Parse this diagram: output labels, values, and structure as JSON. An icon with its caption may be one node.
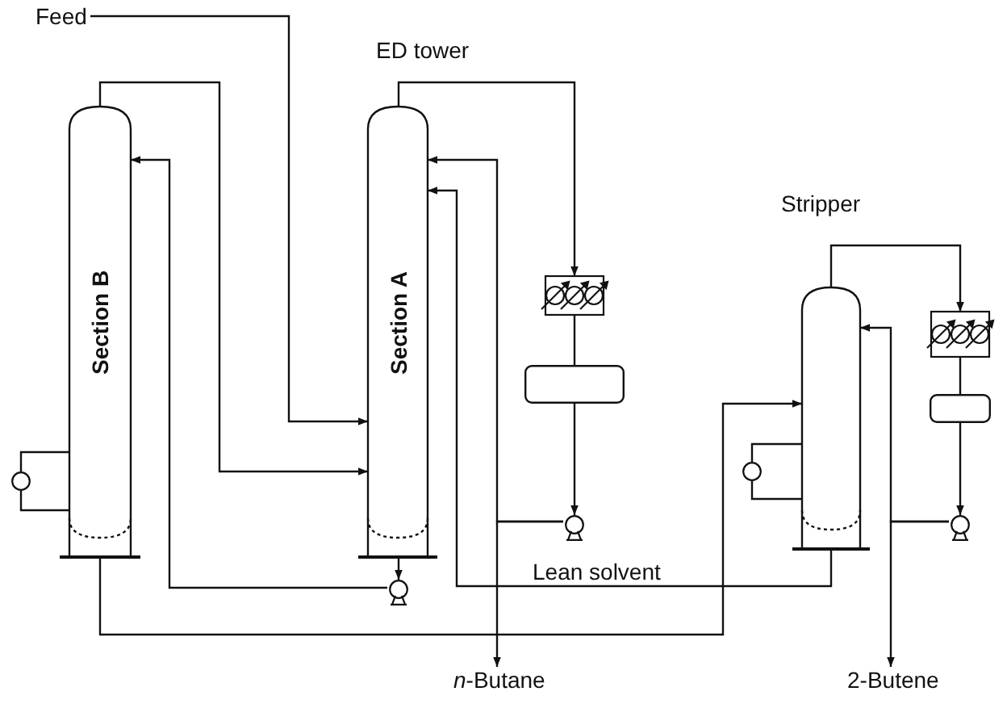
{
  "diagram": {
    "nodes": [
      {
        "text": [
          "Feed"
        ]
      },
      {
        "text": [
          "Section B"
        ]
      },
      {
        "text": [
          "ED tower",
          "Section A"
        ]
      },
      {
        "text": [],
        "shape": "box"
      },
      {
        "text": [],
        "shape": "box"
      },
      {
        "text": [],
        "shape": "circle"
      },
      {
        "text": [],
        "shape": "circle"
      },
      {
        "text": [],
        "shape": "circle"
      },
      {
        "text": [
          "Stripper"
        ]
      },
      {
        "text": [],
        "shape": "box"
      },
      {
        "text": [],
        "shape": "box"
      },
      {
        "text": [],
        "shape": "circle"
      },
      {
        "text": [],
        "shape": "circle"
      },
      {
        "text": [
          "*n*-Butane"
        ]
      },
      {
        "text": [
          "2-Butene"
        ]
      }
    ],
    "edges": [
      {
        "from": 0,
        "to": 2,
        "arrow": "to"
      },
      {
        "from": 1,
        "to": 2,
        "arrow": "to"
      },
      {
        "from": 2,
        "to": 6,
        "arrow": "to"
      },
      {
        "from": 6,
        "to": 1,
        "arrow": "to"
      },
      {
        "from": 1,
        "to": 8,
        "arrow": "to"
      },
      {
        "from": 2,
        "to": 3,
        "arrow": "to"
      },
      {
        "from": 3,
        "to": 4,
        "arrow": "none"
      },
      {
        "from": 4,
        "to": 5,
        "arrow": "to"
      },
      {
        "from": 5,
        "to": 2,
        "arrow": "to"
      },
      {
        "from": 5,
        "to": 13,
        "arrow": "to"
      },
      {
        "from": 8,
        "to": 9,
        "arrow": "to"
      },
      {
        "from": 9,
        "to": 10,
        "arrow": "none"
      },
      {
        "from": 10,
        "to": 11,
        "arrow": "to"
      },
      {
        "from": 11,
        "to": 8,
        "arrow": "to"
      },
      {
        "from": 11,
        "to": 14,
        "arrow": "to"
      },
      {
        "from": 1,
        "to": 7,
        "arrow": "none"
      },
      {
        "from": 7,
        "to": 1,
        "arrow": "none"
      },
      {
        "from": 8,
        "to": 12,
        "arrow": "none"
      },
      {
        "from": 12,
        "to": 8,
        "arrow": "none"
      },
      {
        "from": 8,
        "to": 2,
        "arrow": "to",
        "label": "Lean solvent"
      }
    ]
  }
}
